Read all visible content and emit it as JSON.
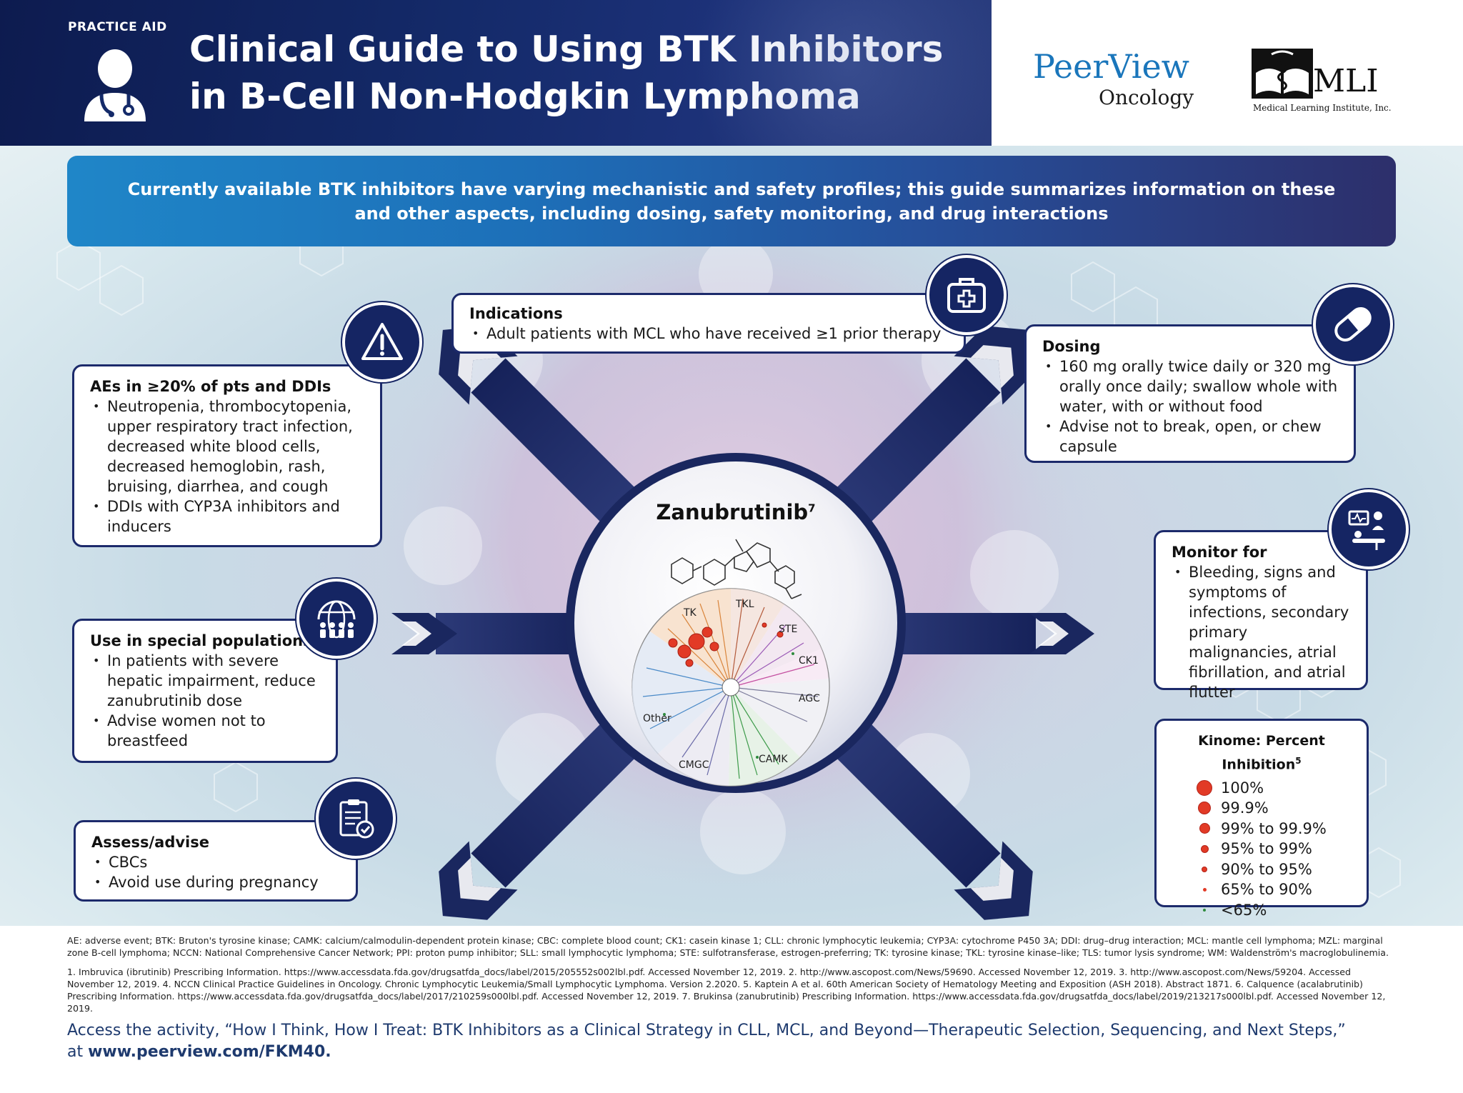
{
  "header": {
    "practice_aid": "PRACTICE AID",
    "title_line1": "Clinical Guide to Using BTK Inhibitors",
    "title_line2": "in B-Cell Non-Hodgkin Lymphoma",
    "logo_peerview": "PeerView",
    "logo_oncology": "Oncology",
    "logo_mli": "MLI",
    "logo_mli_sub": "Medical Learning Institute, Inc."
  },
  "banner": {
    "line1": "Currently available BTK inhibitors have varying mechanistic and safety profiles; this guide summarizes information on these",
    "line2": "and other aspects, including dosing, safety monitoring, and drug interactions"
  },
  "hub": {
    "drug": "Zanubrutinib",
    "ref": "7",
    "wheel_labels": [
      "TK",
      "TKL",
      "STE",
      "CK1",
      "AGC",
      "CAMK",
      "CMGC",
      "Other"
    ]
  },
  "boxes": {
    "indications": {
      "title": "Indications",
      "items": [
        "Adult patients with MCL who have received ≥1 prior therapy"
      ]
    },
    "dosing": {
      "title": "Dosing",
      "items": [
        "160 mg orally twice daily or 320 mg orally once daily; swallow whole with water, with or without food",
        "Advise not to break, open, or chew capsule"
      ]
    },
    "aes": {
      "title": "AEs in ≥20% of pts and DDIs",
      "items": [
        "Neutropenia, thrombocytopenia, upper respiratory tract infection, decreased white blood cells, decreased hemoglobin, rash, bruising, diarrhea, and cough",
        "DDIs with CYP3A inhibitors and inducers"
      ]
    },
    "monitor": {
      "title": "Monitor for",
      "items": [
        "Bleeding, signs and symptoms of infections, secondary primary malignancies, atrial fibrillation, and atrial flutter"
      ]
    },
    "special": {
      "title": "Use in special populations",
      "items": [
        "In patients with severe hepatic impairment, reduce zanubrutinib dose",
        "Advise women not to breastfeed"
      ]
    },
    "assess": {
      "title": "Assess/advise",
      "items": [
        "CBCs",
        "Avoid use during pregnancy"
      ]
    }
  },
  "kinome": {
    "title": "Kinome: Percent Inhibition",
    "ref": "5",
    "levels": [
      "100%",
      "99.9%",
      "99% to 99.9%",
      "95% to 99%",
      "90% to 95%",
      "65% to 90%",
      "<65%"
    ]
  },
  "icons": {
    "header": "doctor-icon",
    "indications": "first-aid-kit-icon",
    "dosing": "capsule-icon",
    "aes": "warning-icon",
    "monitor": "patient-monitor-icon",
    "special": "globe-people-icon",
    "assess": "clipboard-check-icon"
  },
  "colors": {
    "navy": "#152563",
    "banner_start": "#1f86c8",
    "banner_end": "#2d2f6b",
    "legend_red": "#e23a26",
    "legend_green": "#2e8b3e"
  },
  "footer": {
    "abbreviations": "AE: adverse event; BTK: Bruton's tyrosine kinase; CAMK: calcium/calmodulin-dependent protein kinase; CBC: complete blood count; CK1: casein kinase 1; CLL: chronic lymphocytic leukemia; CYP3A: cytochrome P450 3A; DDI: drug–drug interaction; MCL: mantle cell lymphoma; MZL: marginal zone B-cell lymphoma; NCCN: National Comprehensive Cancer Network; PPI: proton pump inhibitor; SLL: small lymphocytic lymphoma; STE: sulfotransferase, estrogen-preferring; TK: tyrosine kinase; TKL: tyrosine kinase–like; TLS: tumor lysis syndrome; WM: Waldenström's macroglobulinemia.",
    "references": "1. Imbruvica (ibrutinib) Prescribing Information. https://www.accessdata.fda.gov/drugsatfda_docs/label/2015/205552s002lbl.pdf. Accessed November 12, 2019. 2. http://www.ascopost.com/News/59690. Accessed November 12, 2019. 3. http://www.ascopost.com/News/59204. Accessed November 12, 2019. 4. NCCN Clinical Practice Guidelines in Oncology. Chronic Lymphocytic Leukemia/Small Lymphocytic Lymphoma. Version 2.2020. 5. Kaptein A et al. 60th American Society of Hematology Meeting and Exposition (ASH 2018). Abstract 1871. 6. Calquence (acalabrutinib) Prescribing Information. https://www.accessdata.fda.gov/drugsatfda_docs/label/2017/210259s000lbl.pdf. Accessed November 12, 2019. 7. Brukinsa (zanubrutinib) Prescribing Information. https://www.accessdata.fda.gov/drugsatfda_docs/label/2019/213217s000lbl.pdf. Accessed November 12, 2019.",
    "access_text": "Access the activity, “How I Think, How I Treat: BTK Inhibitors as a Clinical Strategy in CLL, MCL, and Beyond—Therapeutic Selection, Sequencing, and Next Steps,”",
    "access_at": "at ",
    "access_url": "www.peerview.com/FKM40."
  }
}
